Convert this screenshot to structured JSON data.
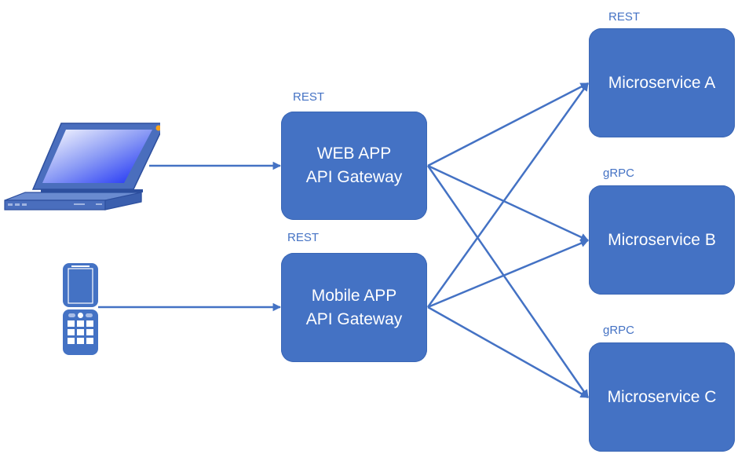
{
  "diagram": {
    "clients": [
      {
        "id": "laptop",
        "icon": "laptop-icon"
      },
      {
        "id": "phone",
        "icon": "mobile-phone-icon"
      }
    ],
    "gateways": [
      {
        "id": "web",
        "line1": "WEB APP",
        "line2": "API Gateway",
        "protocol": "REST"
      },
      {
        "id": "mobile",
        "line1": "Mobile APP",
        "line2": "API Gateway",
        "protocol": "REST"
      }
    ],
    "services": [
      {
        "id": "a",
        "label": "Microservice A",
        "protocol": "REST"
      },
      {
        "id": "b",
        "label": "Microservice B",
        "protocol": "gRPC"
      },
      {
        "id": "c",
        "label": "Microservice C",
        "protocol": "gRPC"
      }
    ],
    "edges": [
      {
        "from": "laptop",
        "to": "web"
      },
      {
        "from": "phone",
        "to": "mobile"
      },
      {
        "from": "web",
        "to": "a"
      },
      {
        "from": "web",
        "to": "b"
      },
      {
        "from": "web",
        "to": "c"
      },
      {
        "from": "mobile",
        "to": "a"
      },
      {
        "from": "mobile",
        "to": "b"
      },
      {
        "from": "mobile",
        "to": "c"
      }
    ],
    "colors": {
      "node": "#4472c4",
      "text": "#ffffff",
      "label": "#4472c4"
    }
  }
}
